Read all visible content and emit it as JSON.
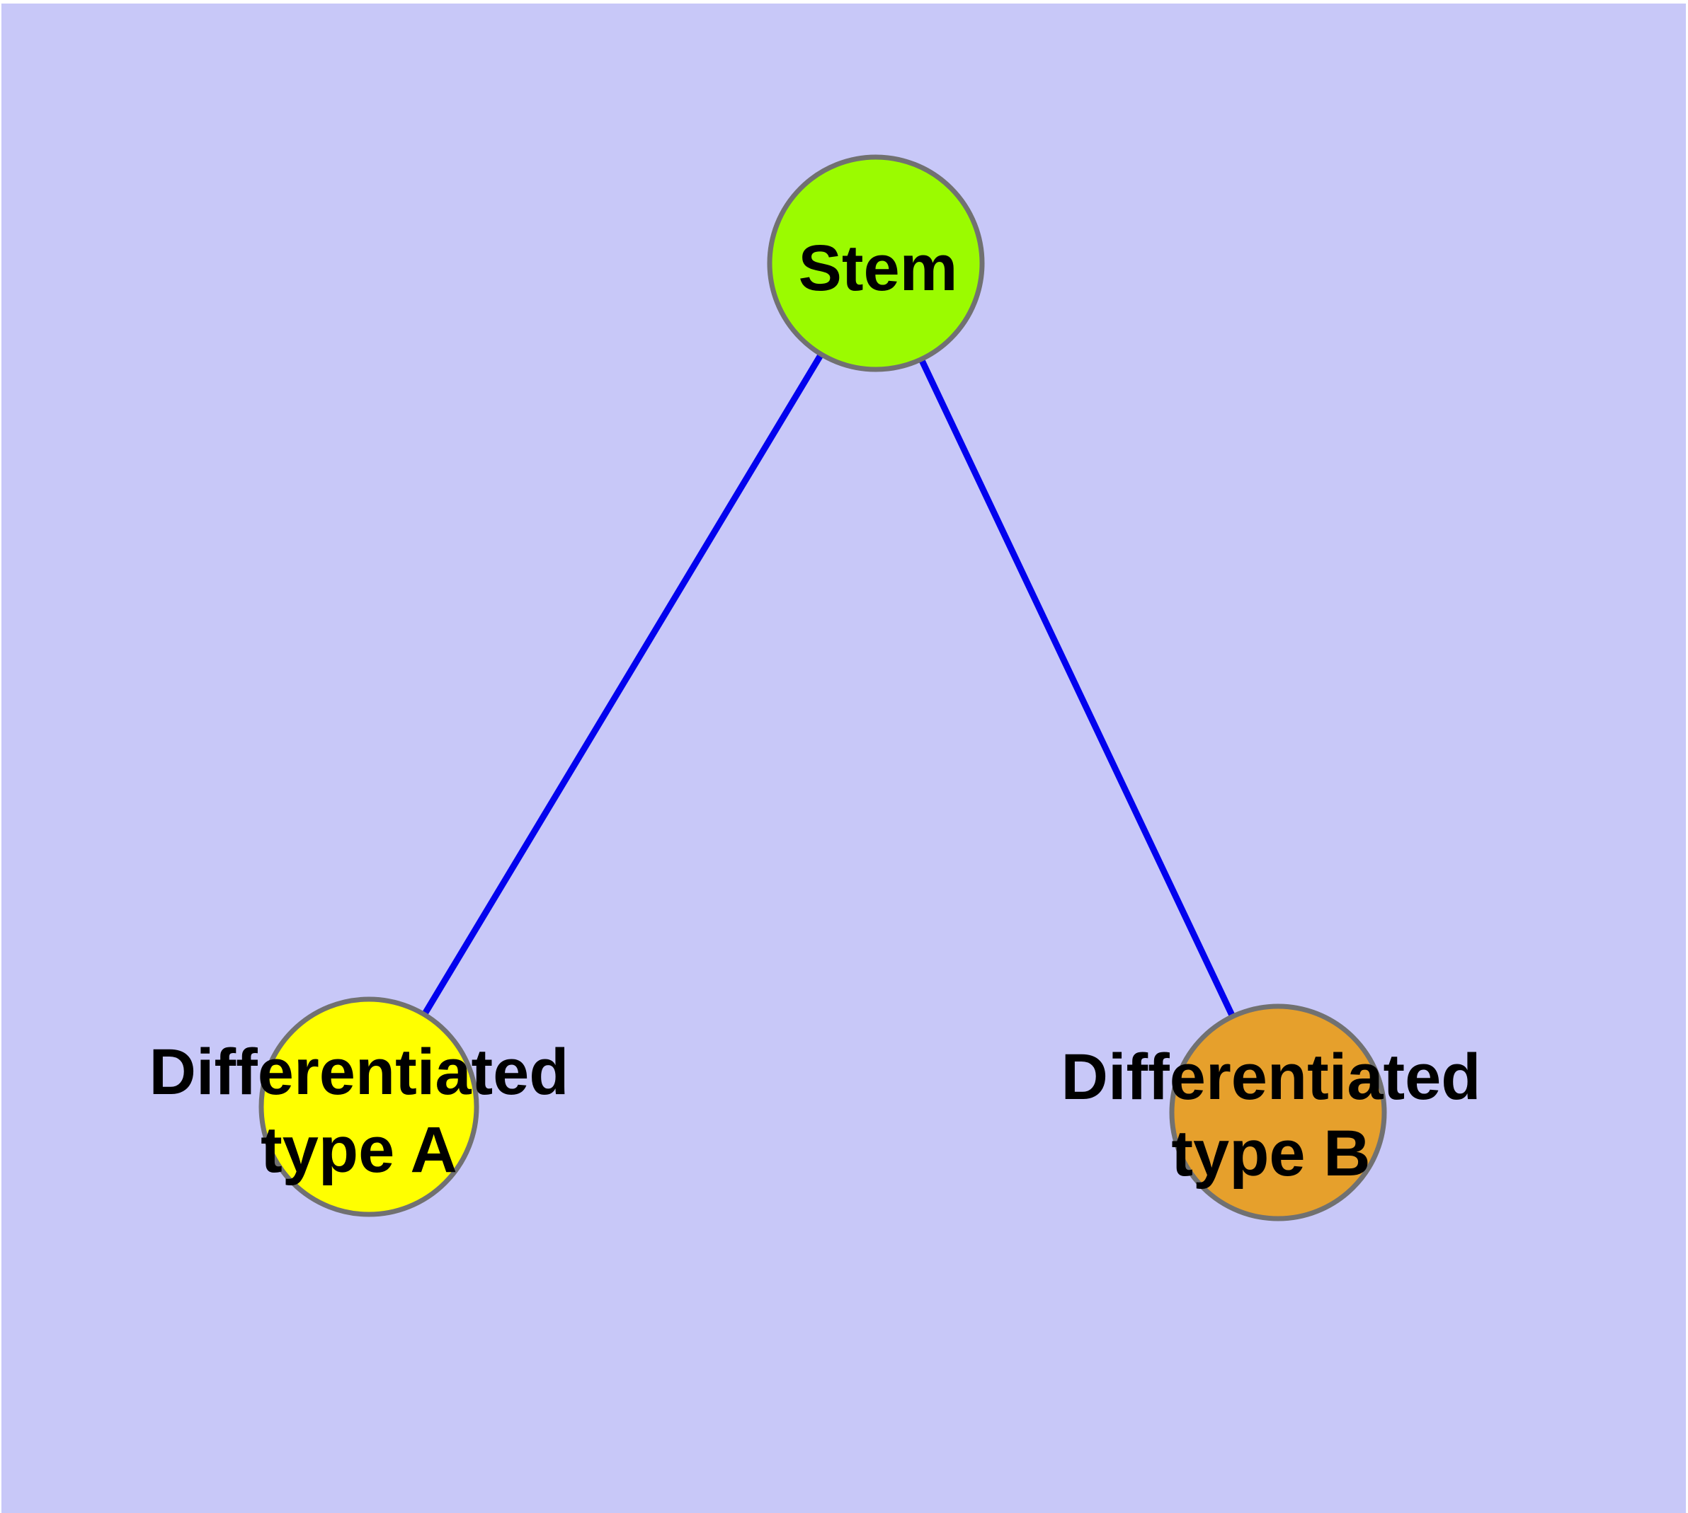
{
  "canvas": {
    "background": "#c8c8f8",
    "margin_color": "#ffffff"
  },
  "diagram": {
    "nodes": [
      {
        "id": "stem",
        "label": "Stem",
        "fill": "#9bfb00",
        "border": "#717171",
        "text_color": "#000000"
      },
      {
        "id": "differentiated-type-a",
        "label_line1": "Differentiated",
        "label_line2": "type A",
        "fill": "#ffff00",
        "border": "#717171",
        "text_color": "#000000"
      },
      {
        "id": "differentiated-type-b",
        "label_line1": "Differentiated",
        "label_line2": "type B",
        "fill": "#e6a02c",
        "border": "#717171",
        "text_color": "#000000"
      }
    ],
    "edges": [
      {
        "from": "stem",
        "to": "differentiated-type-a",
        "color": "#0202ee"
      },
      {
        "from": "stem",
        "to": "differentiated-type-b",
        "color": "#0202ee"
      }
    ]
  }
}
